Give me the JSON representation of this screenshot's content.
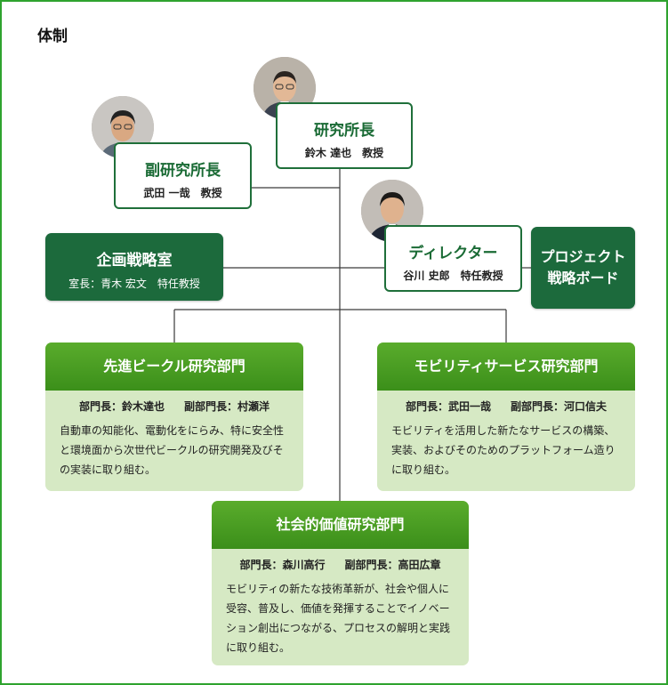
{
  "title": "体制",
  "director": {
    "role": "研究所長",
    "name": "鈴木 達也　教授"
  },
  "vice_director": {
    "role": "副研究所長",
    "name": "武田 一哉　教授"
  },
  "planning": {
    "title": "企画戦略室",
    "sub": "室長：青木 宏文　特任教授"
  },
  "manager": {
    "role": "ディレクター",
    "name": "谷川 史郎　特任教授"
  },
  "board": {
    "line1": "プロジェクト",
    "line2": "戦略ボード"
  },
  "departments": [
    {
      "title": "先進ビークル研究部門",
      "head": "部門長：鈴木達也",
      "deputy": "副部門長：村瀬洋",
      "desc": "自動車の知能化、電動化をにらみ、特に安全性と環境面から次世代ビークルの研究開発及びその実装に取り組む。"
    },
    {
      "title": "モビリティサービス研究部門",
      "head": "部門長：武田一哉",
      "deputy": "副部門長：河口信夫",
      "desc": "モビリティを活用した新たなサービスの構築、実装、およびそのためのプラットフォーム造りに取り組む。"
    },
    {
      "title": "社会的価値研究部門",
      "head": "部門長：森川高行",
      "deputy": "副部門長：高田広章",
      "desc": "モビリティの新たな技術革新が、社会や個人に受容、普及し、価値を発揮することでイノベーション創出につながる、プロセスの解明と実践に取り組む。"
    }
  ],
  "colors": {
    "frame": "#2ea32e",
    "dark_green": "#1c6a3c",
    "dept_header": "#4a9e24",
    "dept_body": "#d6e9c4"
  }
}
